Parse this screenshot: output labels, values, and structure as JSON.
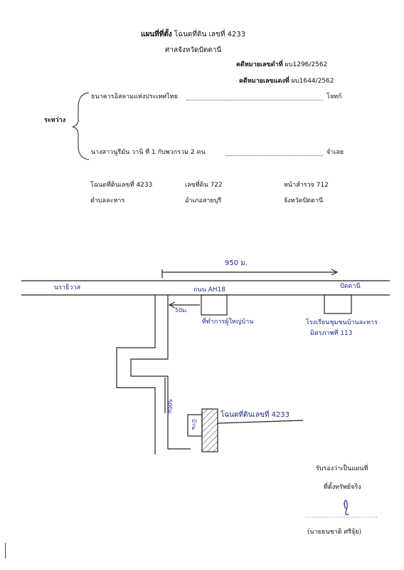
{
  "header": {
    "title_bold": "แผนที่ที่ตั้ง",
    "title_rest": "โฉนดที่ดิน เลขที่  4233",
    "court": "ศาลจังหวัดปัตตานี",
    "black_case_label": "คดีหมายเลขดำที่",
    "black_case_value": "ผบ1296/2562",
    "red_case_label": "คดีหมายเลขแดงที่",
    "red_case_value": "ผบ1644/2562"
  },
  "parties": {
    "between_label": "ระหว่าง",
    "plaintiff_name": "ธนาคารอิสลามแห่งประเทศไทย",
    "plaintiff_role": "โจทก์",
    "defendant_name": "นางสาวนูรีมัน  วานิ  ที่ 1 กับพวกรวม 2 คน",
    "defendant_role": "จำเลย"
  },
  "land": {
    "deed_label": "โฉนดที่ดินเลขที่",
    "deed_value": "4233",
    "parcel_label": "เลขที่ดิน",
    "parcel_value": "722",
    "survey_label": "หน้าสำรวจ",
    "survey_value": "712",
    "subdistrict": "ตำบลละหาร",
    "district": "อำเภอสายบุรี",
    "province": "จังหวัดปัตตานี"
  },
  "map": {
    "distance_top": "950 ม.",
    "road_name": "ถนน AH18",
    "left_direction": "นราธิวาส",
    "right_direction": "ปัตตานี",
    "distance_small": "50ม.",
    "landmark_1": "ที่ทำการผู้ใหญ่บ้าน",
    "landmark_2_line1": "โรงเรียนชุมชนบ้านละหาร",
    "landmark_2_line2": "มิตรภาพที่ 113",
    "distance_vertical": "500ม.",
    "target_label": "โฉนดที่ดินเลขที่ 4233",
    "house_label": "บ้าน"
  },
  "certify": {
    "line1": "รับรองว่าเป็นแผนที่",
    "line2": "ที่ตั้งทรัพย์จริง",
    "signature_name": "(นายธนชาติ  ศรีจุ้ย)"
  }
}
